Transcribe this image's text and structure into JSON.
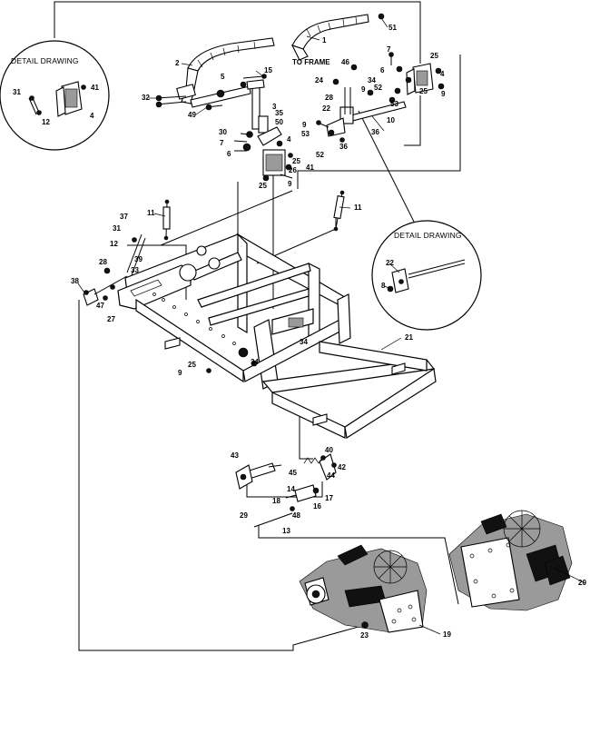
{
  "detail_titles": [
    "DETAIL DRAWING",
    "DETAIL DRAWING"
  ],
  "to_frame": "TO FRAME",
  "callouts": {
    "c1": "1",
    "c2": "2",
    "c3": "3",
    "c4": "4",
    "c4b": "4",
    "c4c": "4",
    "c5": "5",
    "c6": "6",
    "c6b": "6",
    "c7": "7",
    "c7b": "7",
    "c8": "8",
    "c9": "9",
    "c9b": "9",
    "c9c": "9",
    "c9d": "9",
    "c9e": "9",
    "c10": "10",
    "c11": "11",
    "c11b": "11",
    "c12": "12",
    "c12b": "12",
    "c13": "13",
    "c14": "14",
    "c15": "15",
    "c16": "16",
    "c17": "17",
    "c18": "18",
    "c19": "19",
    "c20": "20",
    "c21": "21",
    "c22": "22",
    "c22b": "22",
    "c23": "23",
    "c24": "24",
    "c25": "25",
    "c25b": "25",
    "c25c": "25",
    "c25d": "25",
    "c25e": "25",
    "c26": "26",
    "c27": "27",
    "c28": "28",
    "c28b": "28",
    "c29": "29",
    "c30": "30",
    "c31": "31",
    "c31b": "31",
    "c32": "32",
    "c33": "33",
    "c34": "34",
    "c34b": "34",
    "c34c": "34",
    "c35": "35",
    "c36": "36",
    "c36b": "36",
    "c37": "37",
    "c38": "38",
    "c39": "39",
    "c40": "40",
    "c41": "41",
    "c41b": "41",
    "c42": "42",
    "c43": "43",
    "c44": "44",
    "c45": "45",
    "c46": "46",
    "c47": "47",
    "c48": "48",
    "c49": "49",
    "c50": "50",
    "c51": "51",
    "c52": "52",
    "c52b": "52",
    "c53": "53",
    "c53b": "53"
  }
}
